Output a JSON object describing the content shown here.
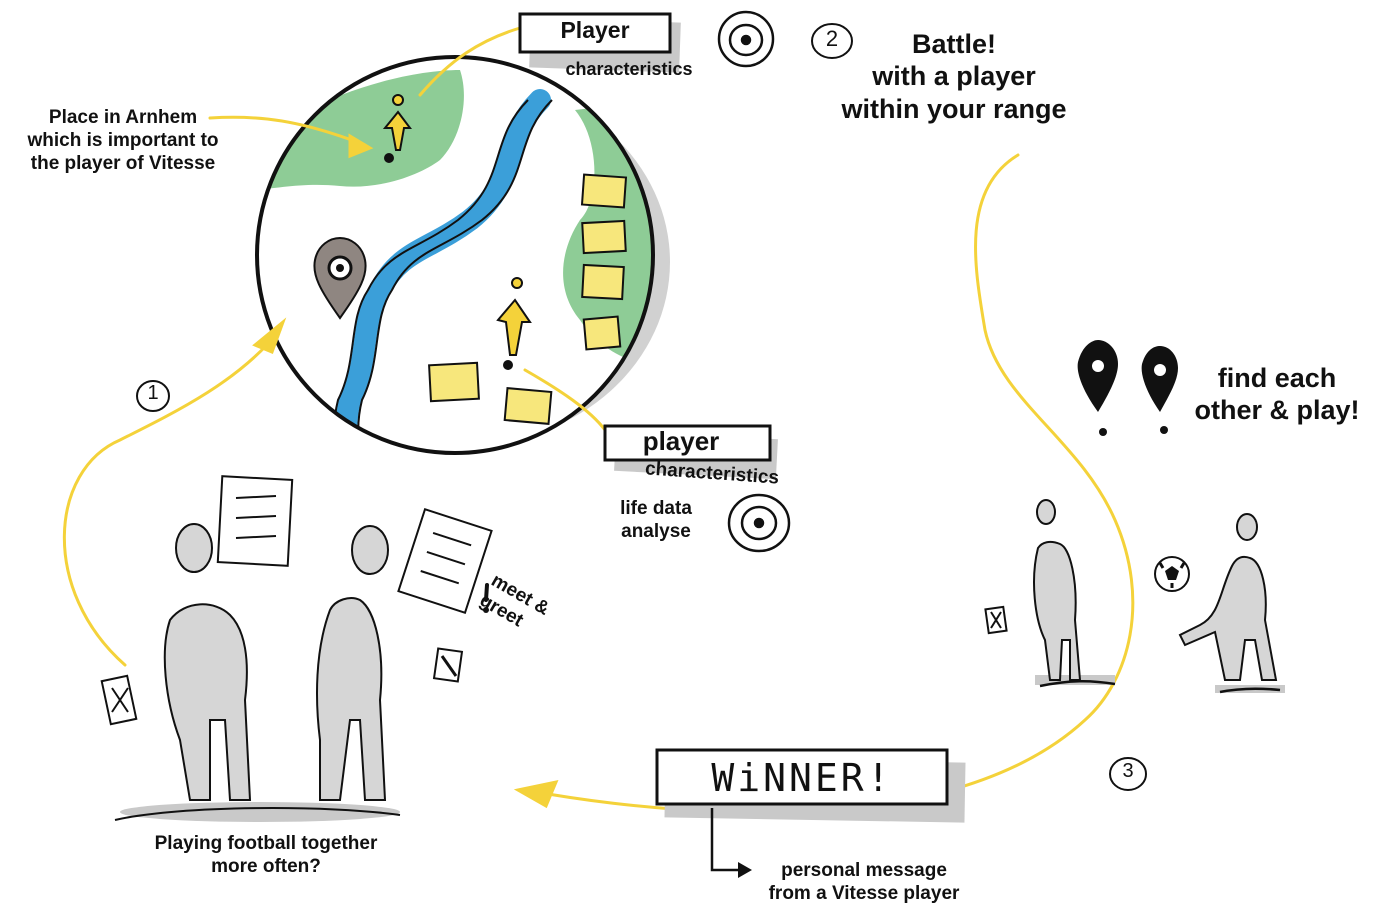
{
  "labels": {
    "place_in_arnhem": "Place in Arnhem\nwhich is important to\nthe player of Vitesse",
    "player_top_title": "Player",
    "player_top_subtitle": "characteristics",
    "step_two": "2",
    "battle": "Battle!\nwith a player\nwithin your range",
    "player_mid_title": "player",
    "player_mid_subtitle": "characteristics",
    "life_data": "life data\nanalyse",
    "step_one": "1",
    "find_each_other": "find each\nother & play!",
    "meet_greet": "meet &\ngreet",
    "playing_football": "Playing football together\nmore often?",
    "winner": "WiNNER!",
    "step_three": "3",
    "personal_message": "personal message\nfrom a Vitesse player"
  },
  "colors": {
    "accent_yellow": "#f4d23a",
    "map_green": "#8ecc96",
    "river_blue": "#3b9fd9",
    "building_yellow": "#f7e77c",
    "ink": "#111111",
    "shadow_gray": "#c9c9c9"
  },
  "icons": [
    "target-icon",
    "location-pin-icon",
    "football-icon",
    "phone-icon",
    "mug-icon",
    "checklist-icon"
  ]
}
